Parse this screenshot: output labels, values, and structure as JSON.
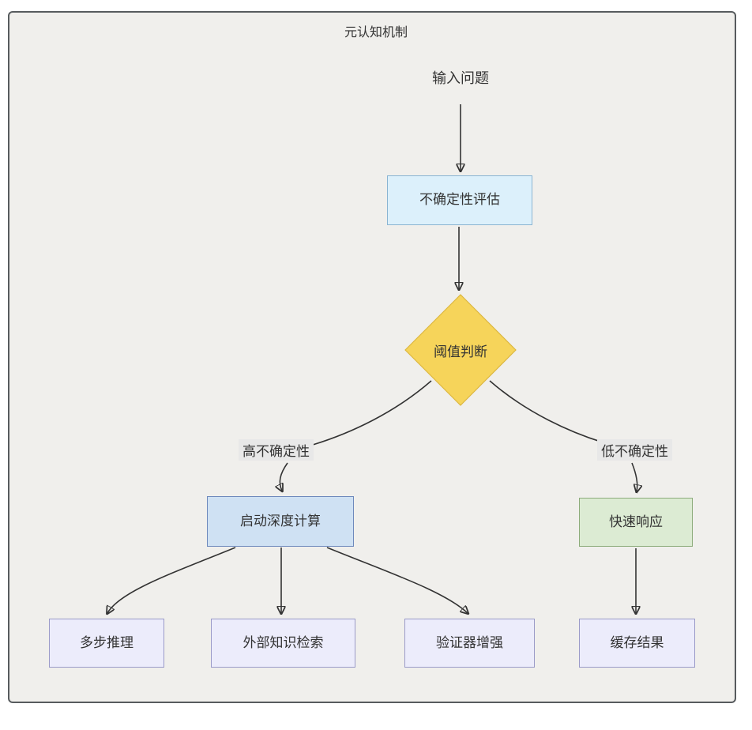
{
  "diagram": {
    "title": "元认知机制",
    "nodes": {
      "input": {
        "label": "输入问题",
        "shape": "text"
      },
      "uncertainty_eval": {
        "label": "不确定性评估",
        "shape": "rect",
        "fill": "#dcf0fb",
        "stroke": "#8ab4d2"
      },
      "threshold": {
        "label": "阈值判断",
        "shape": "diamond",
        "fill": "#f6d45a",
        "stroke": "#d9b33c"
      },
      "deep_compute": {
        "label": "启动深度计算",
        "shape": "rect",
        "fill": "#cfe1f3",
        "stroke": "#6e89bc"
      },
      "fast_response": {
        "label": "快速响应",
        "shape": "rect",
        "fill": "#dcebd3",
        "stroke": "#8cab7a"
      },
      "multi_step": {
        "label": "多步推理",
        "shape": "rect",
        "fill": "#ececfb",
        "stroke": "#9a9ac8"
      },
      "knowledge_retrieval": {
        "label": "外部知识检索",
        "shape": "rect",
        "fill": "#ececfb",
        "stroke": "#9a9ac8"
      },
      "verifier": {
        "label": "验证器增强",
        "shape": "rect",
        "fill": "#ececfb",
        "stroke": "#9a9ac8"
      },
      "cache_result": {
        "label": "缓存结果",
        "shape": "rect",
        "fill": "#ececfb",
        "stroke": "#9a9ac8"
      }
    },
    "edge_labels": {
      "high_uncertainty": "高不确定性",
      "low_uncertainty": "低不确定性"
    },
    "edges": [
      {
        "from": "输入问题",
        "to": "不确定性评估",
        "label": ""
      },
      {
        "from": "不确定性评估",
        "to": "阈值判断",
        "label": ""
      },
      {
        "from": "阈值判断",
        "to": "启动深度计算",
        "label": "高不确定性"
      },
      {
        "from": "阈值判断",
        "to": "快速响应",
        "label": "低不确定性"
      },
      {
        "from": "启动深度计算",
        "to": "多步推理",
        "label": ""
      },
      {
        "from": "启动深度计算",
        "to": "外部知识检索",
        "label": ""
      },
      {
        "from": "启动深度计算",
        "to": "验证器增强",
        "label": ""
      },
      {
        "from": "快速响应",
        "to": "缓存结果",
        "label": ""
      }
    ],
    "colors": {
      "canvas_background": "#f0efec",
      "outer_border": "#575b5e",
      "line": "#333333",
      "text": "#333333",
      "edge_label_background": "#e8e8e8"
    }
  }
}
